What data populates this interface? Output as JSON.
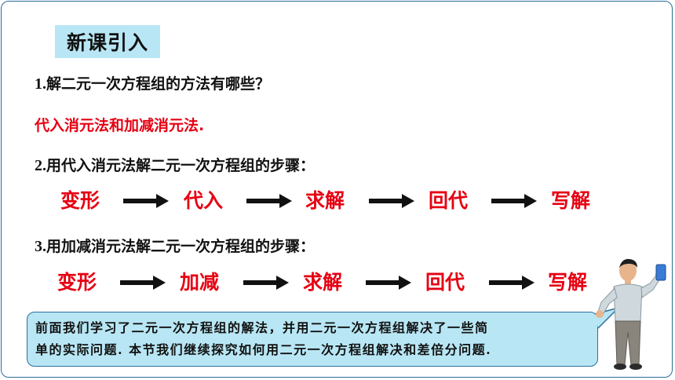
{
  "header": {
    "title": "新课引入"
  },
  "q1": {
    "number": "1.",
    "text": "解二元一次方程组的方法有哪些？"
  },
  "a1": {
    "text": "代入消元法和加减消元法."
  },
  "q2": {
    "number": "2.",
    "text": "用代入消元法解二元一次方程组的步骤："
  },
  "steps_substitution": [
    "变形",
    "代入",
    "求解",
    "回代",
    "写解"
  ],
  "q3": {
    "number": "3.",
    "text": "用加减消元法解二元一次方程组的步骤："
  },
  "steps_elimination": [
    "变形",
    "加减",
    "求解",
    "回代",
    "写解"
  ],
  "bubble": {
    "line1": "前面我们学习了二元一次方程组的解法，并用二元一次方程组解决了一些简",
    "line2": "单的实际问题. 本节我们继续探究如何用二元一次方程组解决和差倍分问题."
  },
  "colors": {
    "accent_red": "#e60012",
    "tag_blue": "#b8e6f4",
    "border_blue": "#2d6e9a"
  },
  "icons": {
    "arrow": "right-arrow-icon",
    "person": "teacher-illustration"
  }
}
